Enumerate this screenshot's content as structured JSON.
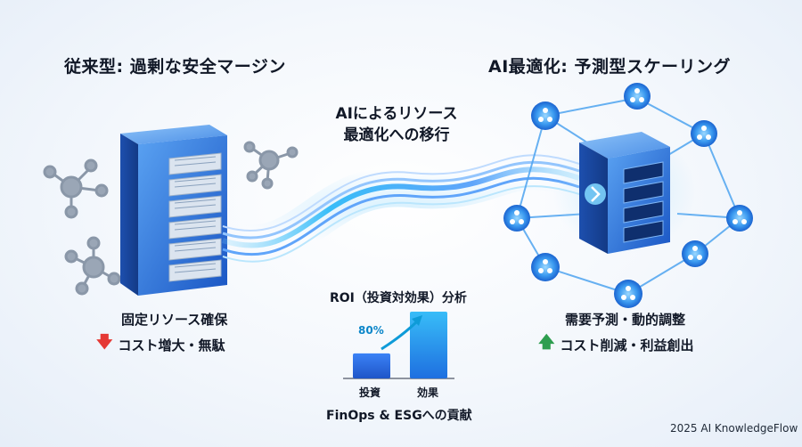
{
  "left": {
    "heading": "従来型: 過剰な安全マージン",
    "label": "固定リソース確保",
    "sub": "コスト増大・無駄",
    "sub_icon": "arrow-down-red-icon",
    "accent": "#e53935"
  },
  "center": {
    "title_line1": "AIによるリソース",
    "title_line2": "最適化への移行"
  },
  "right": {
    "heading": "AI最適化: 予測型スケーリング",
    "label": "需要予測・動的調整",
    "sub": "コスト削減・利益創出",
    "sub_icon": "arrow-up-green-icon",
    "accent": "#2e9e4f"
  },
  "chart_data": {
    "type": "bar",
    "title": "ROI（投資対効果）分析",
    "categories": [
      "投資",
      "効果"
    ],
    "values": [
      30,
      80
    ],
    "annotation": "80%",
    "caption": "FinOps & ESGへの貢献"
  },
  "colors": {
    "primary": "#1e6fd9",
    "glow": "#38bdf8"
  },
  "footer": "2025 AI KnowledgeFlow"
}
